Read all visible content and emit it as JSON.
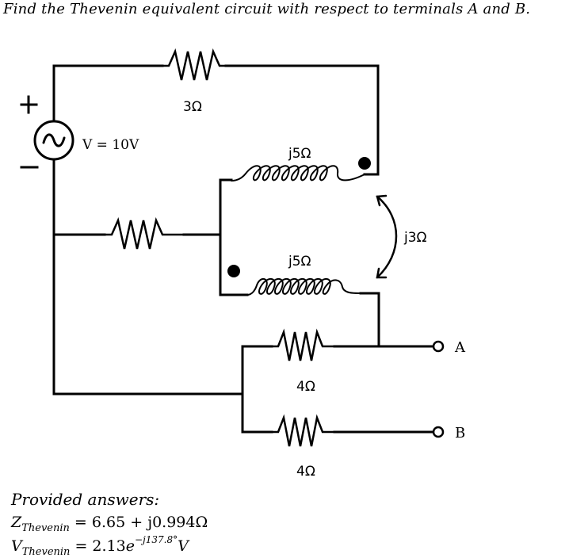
{
  "question": "Find the Thevenin equivalent circuit with respect to terminals A and B.",
  "source": {
    "plus": "+",
    "minus": "−",
    "label": "V = 10V"
  },
  "components": {
    "r_top": "3Ω",
    "l_top": "j5Ω",
    "l_bottom": "j5Ω",
    "mutual": "j3Ω",
    "r_a": "4Ω",
    "r_b": "4Ω"
  },
  "terminals": {
    "a": "A",
    "b": "B"
  },
  "answers": {
    "heading": "Provided answers:",
    "z_symbol": "Z",
    "z_sub": "Thevenin",
    "z_value": " = 6.65 + j0.994Ω",
    "v_symbol": "V",
    "v_sub": "Thevenin",
    "v_eq": " = 2.13",
    "v_e": "e",
    "v_exp": "−j137.8°",
    "v_unit": "V"
  }
}
